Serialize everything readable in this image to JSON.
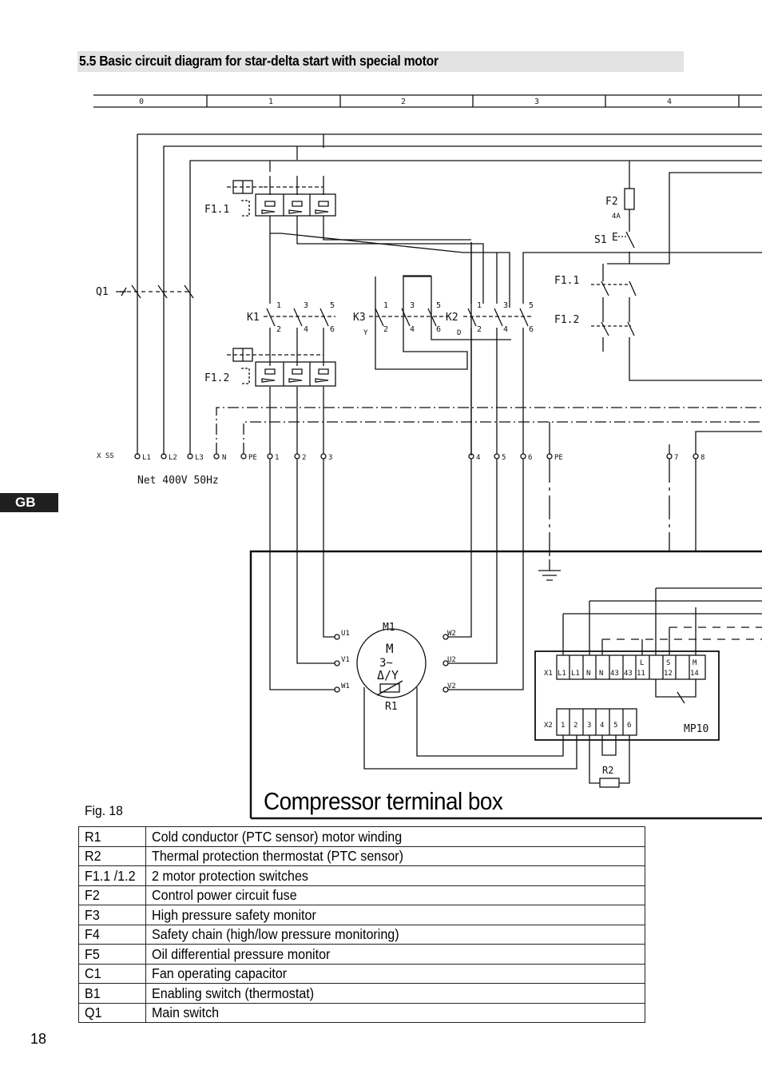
{
  "header": {
    "section_title": "5.5 Basic circuit diagram for star-delta start with special motor"
  },
  "sidebar": {
    "language_tab": "GB"
  },
  "diagram": {
    "ruler_numbers": [
      "0",
      "1",
      "2",
      "3",
      "4"
    ],
    "net_label": "Net 400V 50Hz",
    "terminal_row": {
      "xss": "X SS",
      "labels": [
        "L1",
        "L2",
        "L3",
        "N",
        "PE",
        "1",
        "2",
        "3",
        "4",
        "5",
        "6",
        "PE",
        "7",
        "8"
      ]
    },
    "device_labels": {
      "q1": "Q1",
      "f11_top": "F1.1",
      "f12_top": "F1.2",
      "k1": "K1",
      "k3": "K3",
      "k3_sub": "Y",
      "k2": "K2",
      "k2_sub": "D",
      "f2": "F2",
      "f2_rating": "4A",
      "s1": "S1",
      "s1_mark": "E",
      "f11_ctrl": "F1.1",
      "f12_ctrl": "F1.2"
    },
    "contact_numbers": {
      "top": [
        "1",
        "3",
        "5"
      ],
      "bottom": [
        "2",
        "4",
        "6"
      ]
    },
    "motor": {
      "name": "M1",
      "symbol": "M",
      "phase": "3~",
      "connection": "Δ/Y",
      "pt": "R1",
      "terminals": [
        "U1",
        "V1",
        "W1",
        "W2",
        "U2",
        "V2"
      ]
    },
    "mp10": {
      "name": "MP10",
      "x1_label": "X1",
      "x1_terminals": [
        "L1",
        "L1",
        "N",
        "N",
        "43",
        "43",
        "11",
        "12",
        "14"
      ],
      "x1_top_letters": [
        "L",
        "S",
        "M"
      ],
      "x2_label": "X2",
      "x2_terminals": [
        "1",
        "2",
        "3",
        "4",
        "5",
        "6"
      ],
      "r2": "R2"
    },
    "terminal_box_label": "Compressor terminal box",
    "figure_label": "Fig. 18"
  },
  "legend": [
    {
      "code": "R1",
      "description": "Cold conductor (PTC sensor) motor winding"
    },
    {
      "code": "R2",
      "description": "Thermal protection thermostat (PTC sensor)"
    },
    {
      "code": "F1.1 /1.2",
      "description": "2 motor protection switches"
    },
    {
      "code": "F2",
      "description": "Control power circuit fuse"
    },
    {
      "code": "F3",
      "description": "High pressure safety monitor"
    },
    {
      "code": "F4",
      "description": "Safety chain (high/low pressure monitoring)"
    },
    {
      "code": "F5",
      "description": "Oil differential pressure monitor"
    },
    {
      "code": "C1",
      "description": "Fan operating capacitor"
    },
    {
      "code": "B1",
      "description": "Enabling switch (thermostat)"
    },
    {
      "code": "Q1",
      "description": "Main switch"
    }
  ],
  "footer": {
    "page_number": "18"
  }
}
